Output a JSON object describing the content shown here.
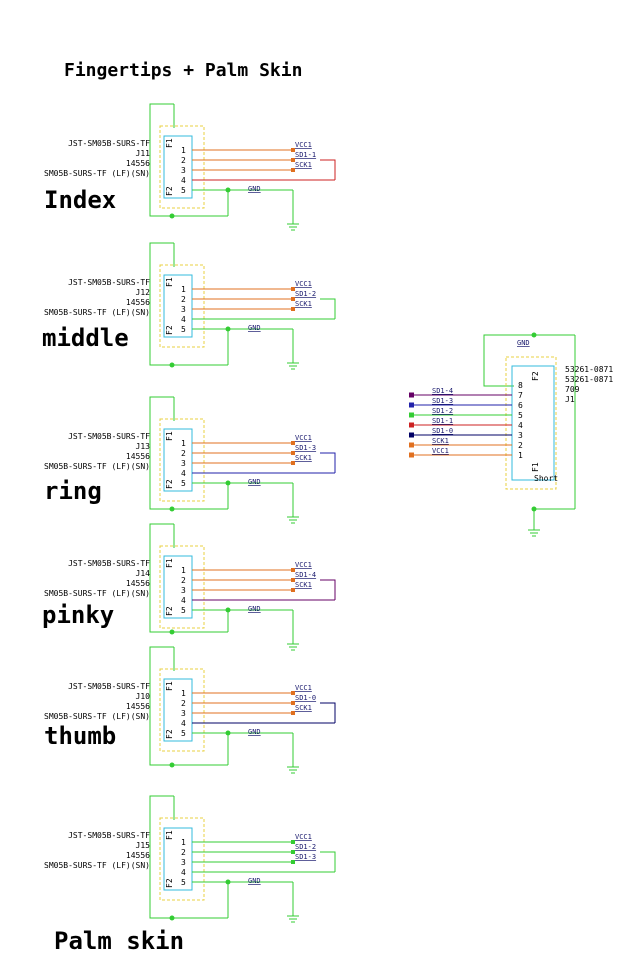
{
  "title": "Fingertips + Palm Skin",
  "groups": [
    {
      "id": "index",
      "label": "Index",
      "part": "JST-SM05B-SURS-TF",
      "ref": "J11",
      "value": "14556",
      "pkg": "SM05B-SURS-TF (LF)(SN)",
      "nets": [
        "VCC1",
        "SD1-1",
        "SCK1"
      ],
      "loop_color": "#cc2222",
      "loop_pin": "4"
    },
    {
      "id": "middle",
      "label": "middle",
      "part": "JST-SM05B-SURS-TF",
      "ref": "J12",
      "value": "14556",
      "pkg": "SM05B-SURS-TF (LF)(SN)",
      "nets": [
        "VCC1",
        "SD1-2",
        "SCK1"
      ],
      "loop_color": "#33cc33",
      "loop_pin": "4"
    },
    {
      "id": "ring",
      "label": "ring",
      "part": "JST-SM05B-SURS-TF",
      "ref": "J13",
      "value": "14556",
      "pkg": "SM05B-SURS-TF (LF)(SN)",
      "nets": [
        "VCC1",
        "SD1-3",
        "SCK1"
      ],
      "loop_color": "#2222aa",
      "loop_pin": "4"
    },
    {
      "id": "pinky",
      "label": "pinky",
      "part": "JST-SM05B-SURS-TF",
      "ref": "J14",
      "value": "14556",
      "pkg": "SM05B-SURS-TF (LF)(SN)",
      "nets": [
        "VCC1",
        "SD1-4",
        "SCK1"
      ],
      "loop_color": "#660066",
      "loop_pin": "4"
    },
    {
      "id": "thumb",
      "label": "thumb",
      "part": "JST-SM05B-SURS-TF",
      "ref": "J10",
      "value": "14556",
      "pkg": "SM05B-SURS-TF (LF)(SN)",
      "nets": [
        "VCC1",
        "SD1-0",
        "SCK1"
      ],
      "loop_color": "#000066",
      "loop_pin": "4"
    },
    {
      "id": "palm",
      "label": "Palm skin",
      "part": "JST-SM05B-SURS-TF",
      "ref": "J15",
      "value": "14556",
      "pkg": "SM05B-SURS-TF (LF)(SN)",
      "nets": [
        "VCC1",
        "SD1-2",
        "SD1-3"
      ],
      "loop_color": "#33cc33",
      "loop_pin": "4"
    }
  ],
  "pins": [
    "1",
    "2",
    "3",
    "4",
    "5"
  ],
  "flange_labels": [
    "F1",
    "F2"
  ],
  "gnd_label": "GND",
  "header": {
    "part": "53261-0871",
    "part2": "53261-0871",
    "value": "709",
    "ref": "J1",
    "extra": "Short",
    "pins": [
      "8",
      "7",
      "6",
      "5",
      "4",
      "3",
      "2",
      "1"
    ],
    "nets": [
      "SD1-4",
      "SD1-3",
      "SD1-2",
      "SD1-1",
      "SD1-0",
      "SCK1",
      "VCC1"
    ],
    "net_colors": [
      "#660066",
      "#2222aa",
      "#33cc33",
      "#cc2222",
      "#000066",
      "#e07020",
      "#e07020"
    ]
  },
  "colors": {
    "wire_green": "#33cc33",
    "wire_orange": "#e07020",
    "conn_outline": "#33bbdd",
    "conn_dash": "#e8d040"
  }
}
